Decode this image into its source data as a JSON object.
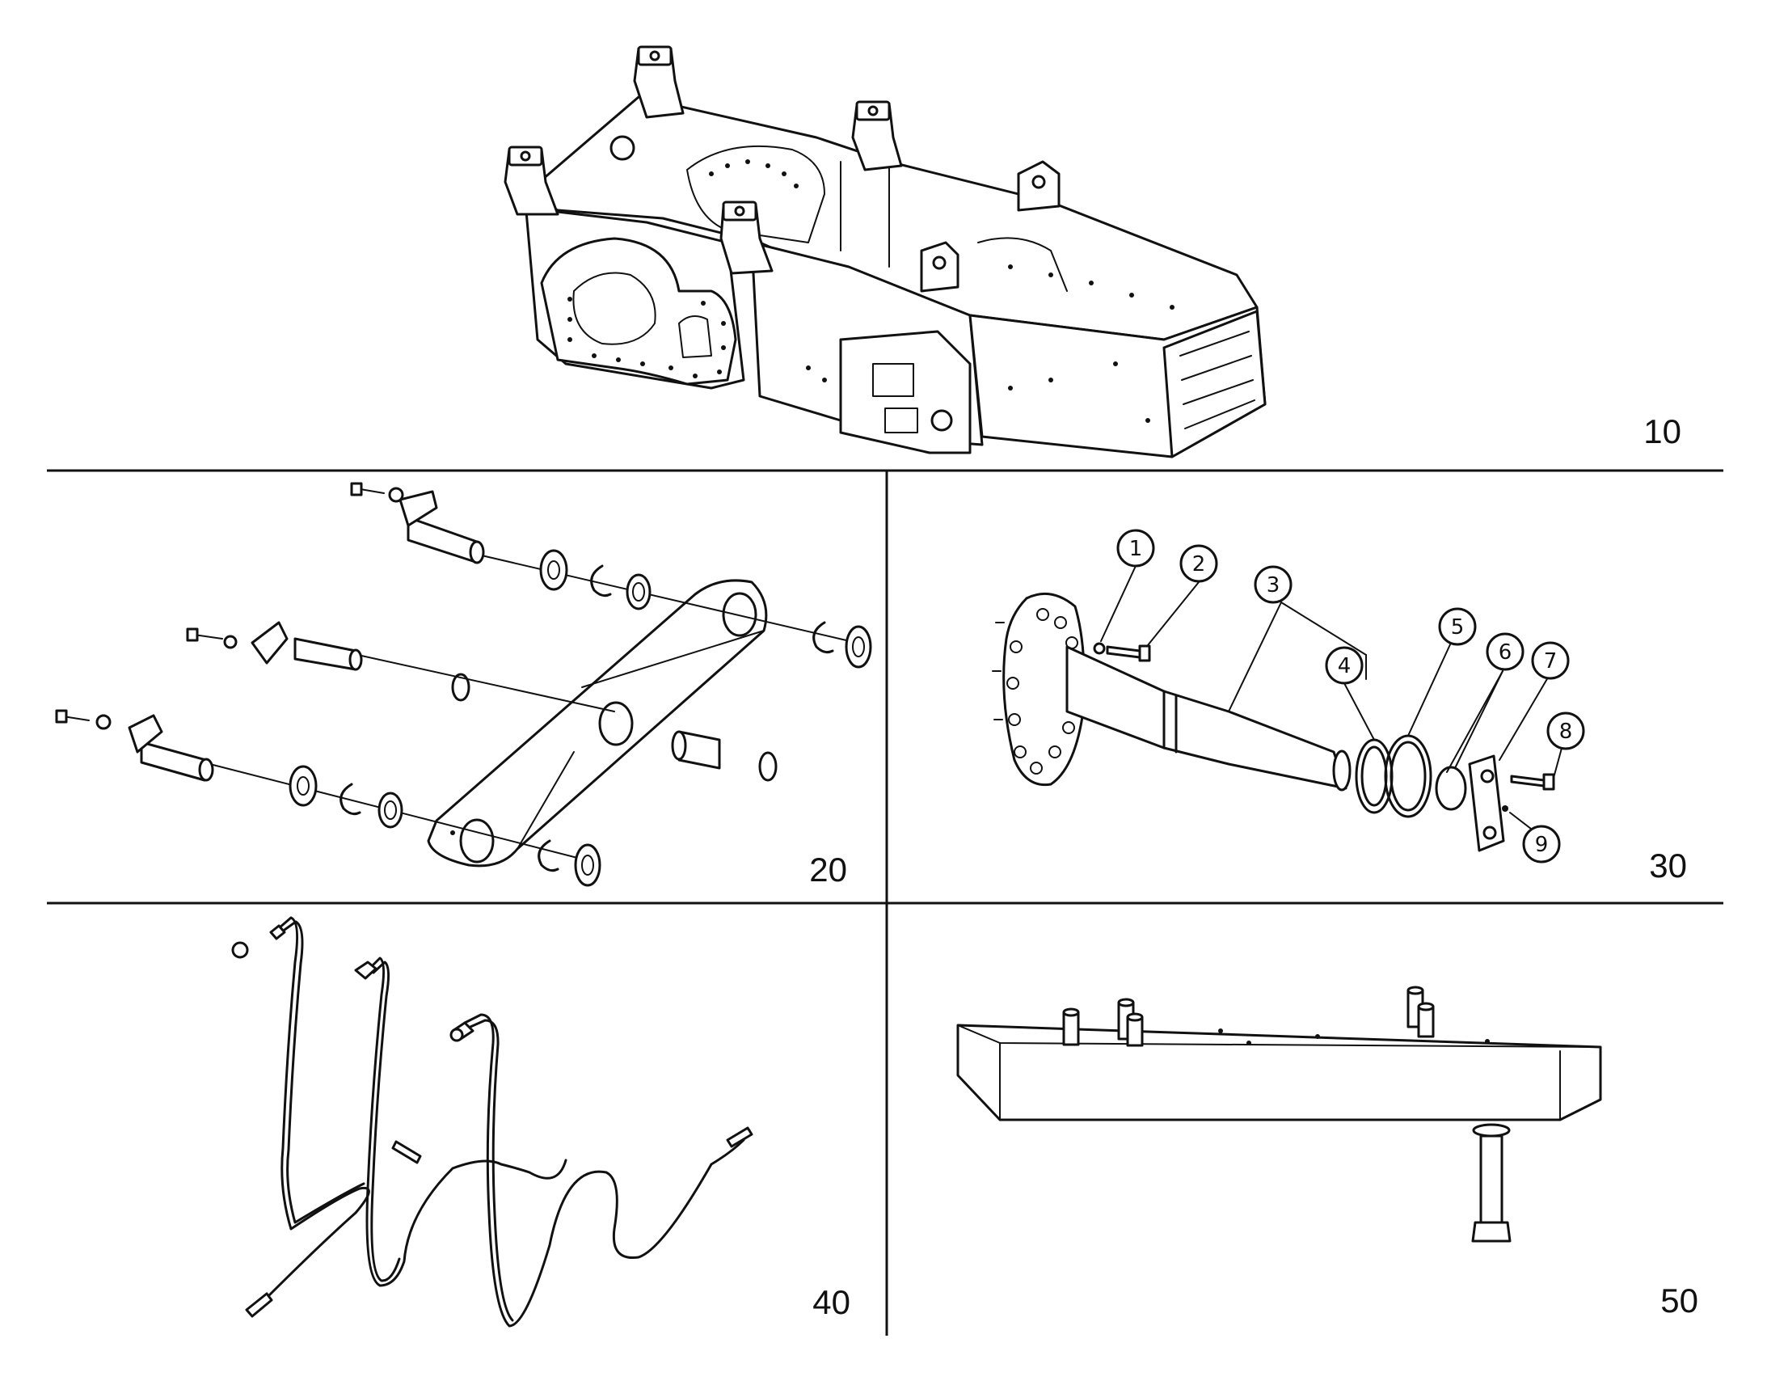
{
  "panels": [
    {
      "label": "10"
    },
    {
      "label": "20"
    },
    {
      "label": "30"
    },
    {
      "label": "40"
    },
    {
      "label": "50"
    }
  ],
  "callouts": [
    "1",
    "2",
    "3",
    "4",
    "5",
    "6",
    "7",
    "8",
    "9"
  ],
  "colors": {
    "ink": "#111111",
    "paper": "#ffffff"
  }
}
